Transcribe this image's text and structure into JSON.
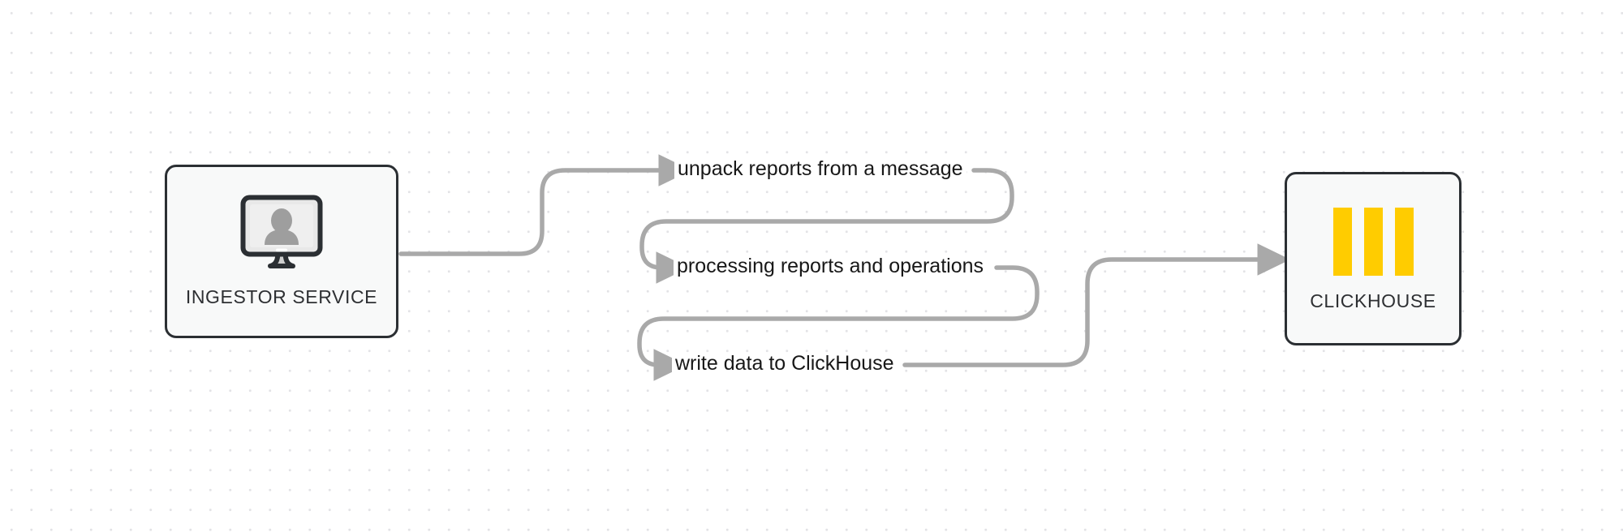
{
  "diagram": {
    "background": "#ffffff",
    "dot_color": "#e3e3e6",
    "edge_color": "#a9a9a9",
    "node_border_color": "#2b2f33",
    "node_fill_color": "#f8f9f9",
    "accent_color": "#ffcc00"
  },
  "nodes": [
    {
      "id": "ingestor",
      "label": "INGESTOR SERVICE",
      "icon": "monitor-user-icon"
    },
    {
      "id": "clickhouse",
      "label": "CLICKHOUSE",
      "icon": "clickhouse-bars-icon"
    }
  ],
  "edges": [
    {
      "id": "edge-1",
      "label": "unpack reports from a message"
    },
    {
      "id": "edge-2",
      "label": "processing reports and operations"
    },
    {
      "id": "edge-3",
      "label": "write data to ClickHouse"
    }
  ]
}
